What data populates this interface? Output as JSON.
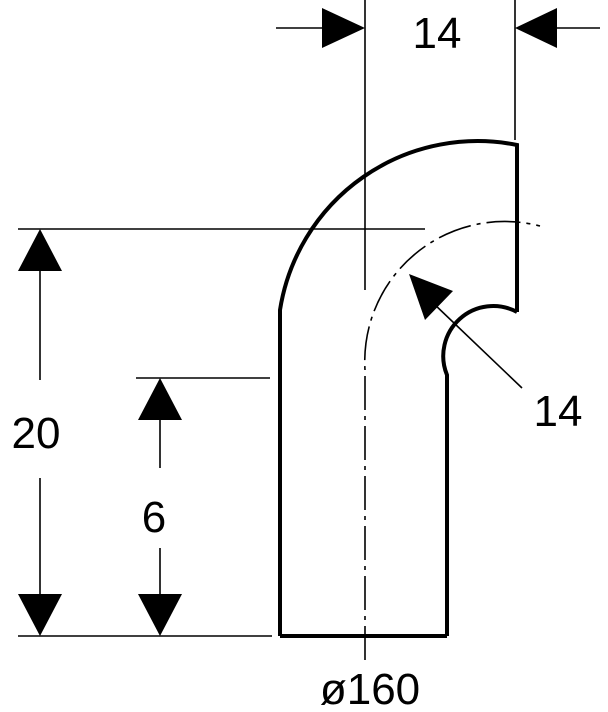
{
  "drawing": {
    "colors": {
      "line": "#000000",
      "background": "#ffffff"
    },
    "dimensions": {
      "top_offset": "14",
      "total_height": "20",
      "straight_height": "6",
      "bend_radius": "14",
      "diameter": "ø160"
    }
  }
}
